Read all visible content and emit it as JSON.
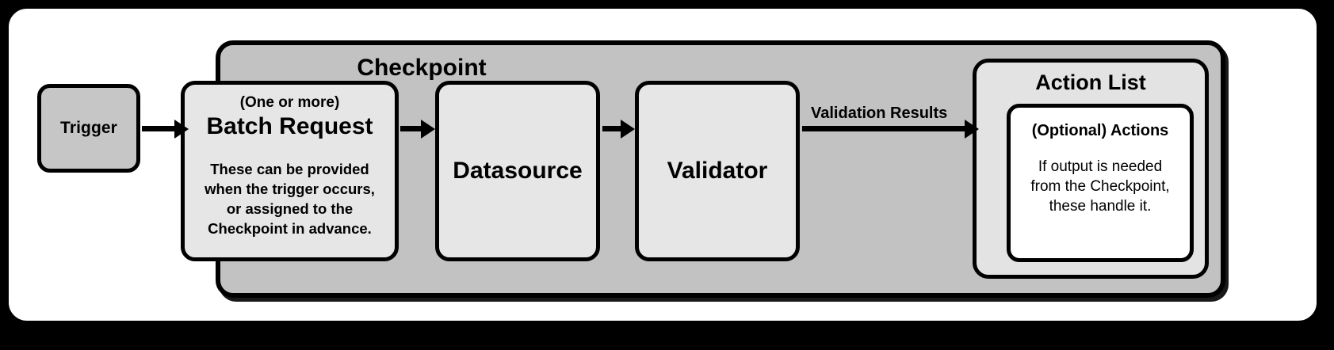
{
  "diagram": {
    "title": "Checkpoint",
    "nodes": {
      "trigger": {
        "label": "Trigger"
      },
      "batch_request": {
        "subtitle": "(One or more)",
        "title": "Batch Request",
        "description_line1": "These can be provided",
        "description_line2": "when the trigger occurs,",
        "description_line3": "or assigned to the",
        "description_line4": "Checkpoint in advance."
      },
      "datasource": {
        "label": "Datasource"
      },
      "validator": {
        "label": "Validator"
      },
      "action_list": {
        "title": "Action List",
        "inner": {
          "heading": "(Optional) Actions",
          "description_line1": "If output is needed",
          "description_line2": "from the Checkpoint,",
          "description_line3": "these handle it."
        }
      }
    },
    "edges": {
      "validator_to_action_list": {
        "label": "Validation Results"
      }
    },
    "colors": {
      "frame_border": "#000000",
      "frame_background": "#ffffff",
      "checkpoint_background": "#c2c2c2",
      "trigger_background": "#c6c6c6",
      "node_background": "#e6e6e6",
      "action_list_background": "#e3e3e3",
      "action_inner_background": "#ffffff",
      "text": "#000000"
    }
  }
}
